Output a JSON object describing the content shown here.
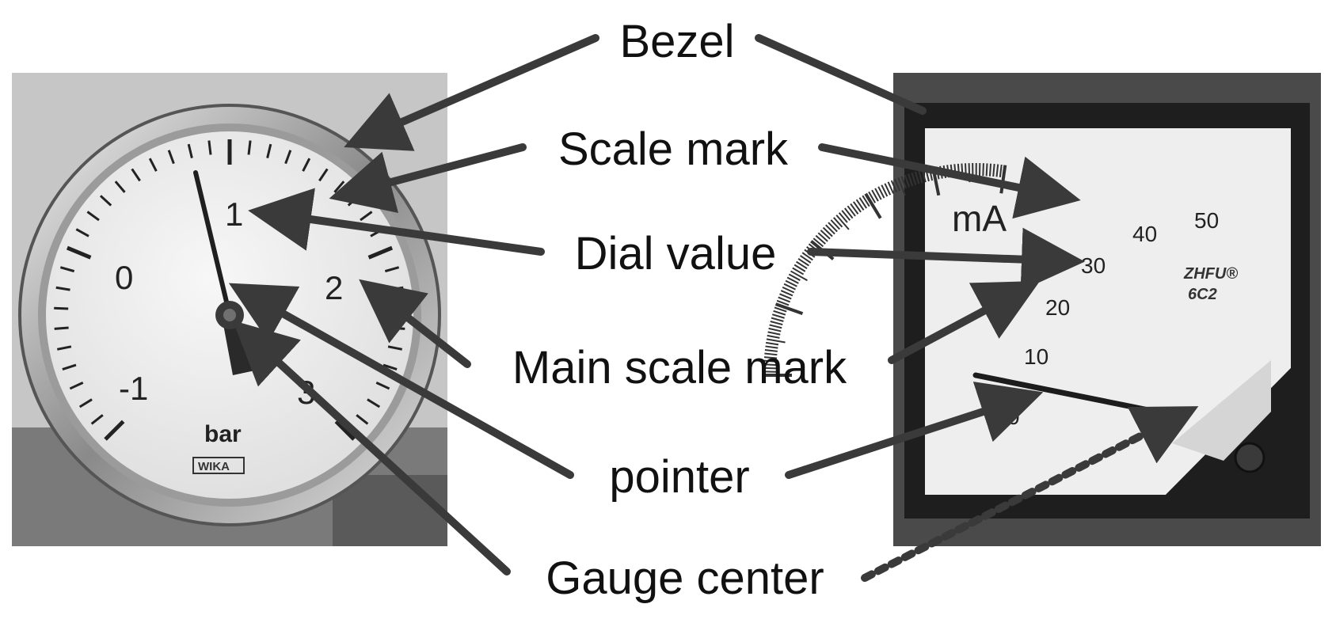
{
  "labels": {
    "bezel": "Bezel",
    "scale_mark": "Scale mark",
    "dial_value": "Dial value",
    "main_scale_mark": "Main scale mark",
    "pointer": "pointer",
    "gauge_center": "Gauge center"
  },
  "left_gauge": {
    "dial_values": [
      "0",
      "1",
      "2",
      "3",
      "-1"
    ],
    "unit": "bar",
    "brand": "WIKA"
  },
  "right_gauge": {
    "unit": "mA",
    "dial_values": [
      "0",
      "10",
      "20",
      "30",
      "40",
      "50"
    ],
    "brand": "ZHFU®",
    "model": "6C2"
  },
  "colors": {
    "arrow": "#3a3a3a",
    "label_text": "#111111"
  }
}
